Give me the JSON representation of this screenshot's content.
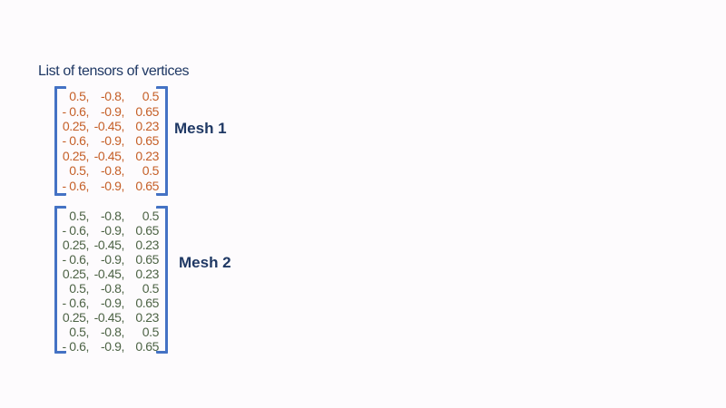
{
  "slide": {
    "title": "List of tensors of vertices"
  },
  "colors": {
    "background": "#FDFBFD",
    "title_text": "#1F3864",
    "label_text": "#1F3864",
    "bracket": "#4472C4",
    "mesh1_values": "#C55F27",
    "mesh2_values": "#4D6345"
  },
  "meshes": [
    {
      "label": "Mesh 1",
      "rows": [
        [
          "0.5,",
          "-0.8,",
          "0.5"
        ],
        [
          "- 0.6,",
          "-0.9,",
          "0.65"
        ],
        [
          "0.25,",
          "-0.45,",
          "0.23"
        ],
        [
          "- 0.6,",
          "-0.9,",
          "0.65"
        ],
        [
          "0.25,",
          "-0.45,",
          "0.23"
        ],
        [
          "0.5,",
          "-0.8,",
          "0.5"
        ],
        [
          "- 0.6,",
          "-0.9,",
          "0.65"
        ]
      ]
    },
    {
      "label": "Mesh 2",
      "rows": [
        [
          "0.5,",
          "-0.8,",
          "0.5"
        ],
        [
          "- 0.6,",
          "-0.9,",
          "0.65"
        ],
        [
          "0.25,",
          "-0.45,",
          "0.23"
        ],
        [
          "- 0.6,",
          "-0.9,",
          "0.65"
        ],
        [
          "0.25,",
          "-0.45,",
          "0.23"
        ],
        [
          "0.5,",
          "-0.8,",
          "0.5"
        ],
        [
          "- 0.6,",
          "-0.9,",
          "0.65"
        ],
        [
          "0.25,",
          "-0.45,",
          "0.23"
        ],
        [
          "0.5,",
          "-0.8,",
          "0.5"
        ],
        [
          "- 0.6,",
          "-0.9,",
          "0.65"
        ]
      ]
    }
  ]
}
